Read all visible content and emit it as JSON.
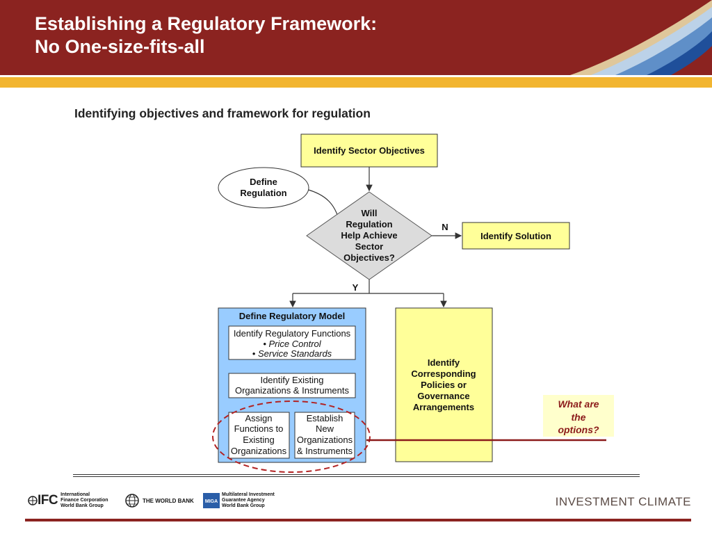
{
  "slide": {
    "title_line1": "Establishing a Regulatory Framework:",
    "title_line2": "No One-size-fits-all"
  },
  "diagram": {
    "heading": "Identifying objectives and framework for regulation",
    "sector_objectives": "Identify Sector Objectives",
    "define_regulation": [
      "Define",
      "Regulation"
    ],
    "decision": [
      "Will",
      "Regulation",
      "Help Achieve",
      "Sector",
      "Objectives?"
    ],
    "no_label": "N",
    "yes_label": "Y",
    "identify_solution": "Identify Solution",
    "regulatory_model": {
      "title": "Define Regulatory Model",
      "functions": [
        "Identify Regulatory Functions",
        "• Price Control",
        "• Service Standards"
      ],
      "existing": [
        "Identify Existing",
        "Organizations & Instruments"
      ],
      "assign": [
        "Assign",
        "Functions to",
        "Existing",
        "Organizations"
      ],
      "establish": [
        "Establish",
        "New",
        "Organizations",
        "& Instruments"
      ]
    },
    "policies": [
      "Identify",
      "Corresponding",
      "Policies or",
      "Governance",
      "Arrangements"
    ],
    "options_callout": [
      "What are",
      "the",
      "options?"
    ]
  },
  "footer": {
    "ifc_mark": "IFC",
    "ifc_text": "International\nFinance Corporation\nWorld Bank Group",
    "worldbank_text": "THE WORLD BANK",
    "miga_mark": "MIGA",
    "miga_text": "Multilateral Investment\nGuarantee Agency\nWorld Bank Group",
    "brand": "INVESTMENT CLIMATE"
  },
  "colors": {
    "header": "#8b2320",
    "gold": "#f2b530",
    "yellow_box": "#ffff99",
    "blue_box": "#99ccff",
    "callout_fill": "#ffffcc",
    "accent_red": "#8b1a1a"
  }
}
